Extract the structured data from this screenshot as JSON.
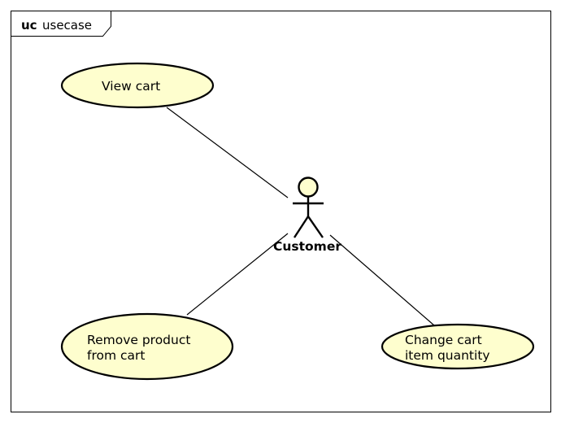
{
  "frame": {
    "kind": "uc",
    "name": "usecase"
  },
  "actor": {
    "name": "Customer"
  },
  "use_cases": [
    {
      "id": "view-cart",
      "lines": [
        "View cart"
      ]
    },
    {
      "id": "remove-product",
      "lines": [
        "Remove product",
        "from cart"
      ]
    },
    {
      "id": "change-quantity",
      "lines": [
        "Change cart",
        "item quantity"
      ]
    }
  ],
  "associations": [
    {
      "from": "actor",
      "to": "view-cart"
    },
    {
      "from": "actor",
      "to": "remove-product"
    },
    {
      "from": "actor",
      "to": "change-quantity"
    }
  ],
  "colors": {
    "usecase_fill": "#FEFECE",
    "actor_fill": "#FEFECE",
    "stroke": "#000000"
  }
}
